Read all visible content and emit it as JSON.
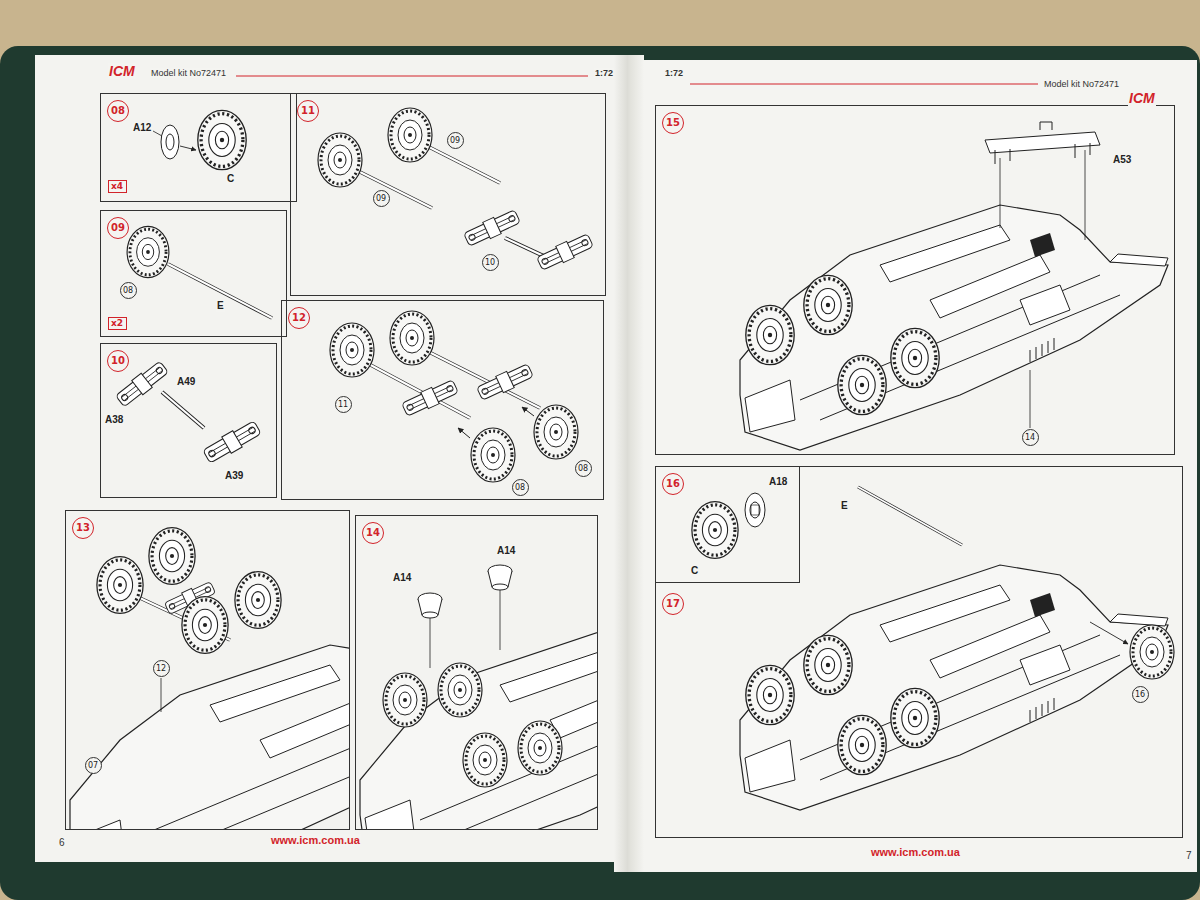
{
  "diagram": {
    "nodes": [
      {
        "text": [
          "08"
        ]
      },
      {
        "text": [
          "x4"
        ],
        "in": 0
      },
      {
        "text": [
          "09"
        ]
      },
      {
        "text": [
          "08"
        ],
        "in": 2
      },
      {
        "text": [
          "x2"
        ],
        "in": 2
      },
      {
        "text": [
          "10"
        ]
      },
      {
        "text": [
          "11"
        ]
      },
      {
        "text": [
          "09"
        ],
        "in": 6
      },
      {
        "text": [
          "09"
        ],
        "in": 6
      },
      {
        "text": [
          "10"
        ],
        "in": 6
      },
      {
        "text": [
          "12"
        ]
      },
      {
        "text": [
          "11"
        ],
        "in": 10
      },
      {
        "text": [
          "08"
        ],
        "in": 10
      },
      {
        "text": [
          "08"
        ],
        "in": 10
      },
      {
        "text": [
          "13"
        ]
      },
      {
        "text": [
          "12"
        ],
        "in": 14
      },
      {
        "text": [
          "07"
        ],
        "in": 14
      },
      {
        "text": [
          "14"
        ]
      },
      {
        "text": [
          "15"
        ]
      },
      {
        "text": [
          "14"
        ],
        "in": 18
      },
      {
        "text": [
          "16"
        ]
      },
      {
        "text": [
          "17"
        ]
      },
      {
        "text": [
          "16"
        ],
        "in": 21
      }
    ],
    "labels": [
      "ICM",
      "Model kit No72471",
      "1:72",
      "1:72",
      "Model kit No72471",
      "ICM",
      "A12",
      "C",
      "E",
      "A38",
      "A49",
      "A39",
      "A14",
      "A14",
      "A53",
      "A18",
      "C",
      "E",
      "6",
      "www.icm.com.ua",
      "www.icm.com.ua",
      "7"
    ]
  }
}
